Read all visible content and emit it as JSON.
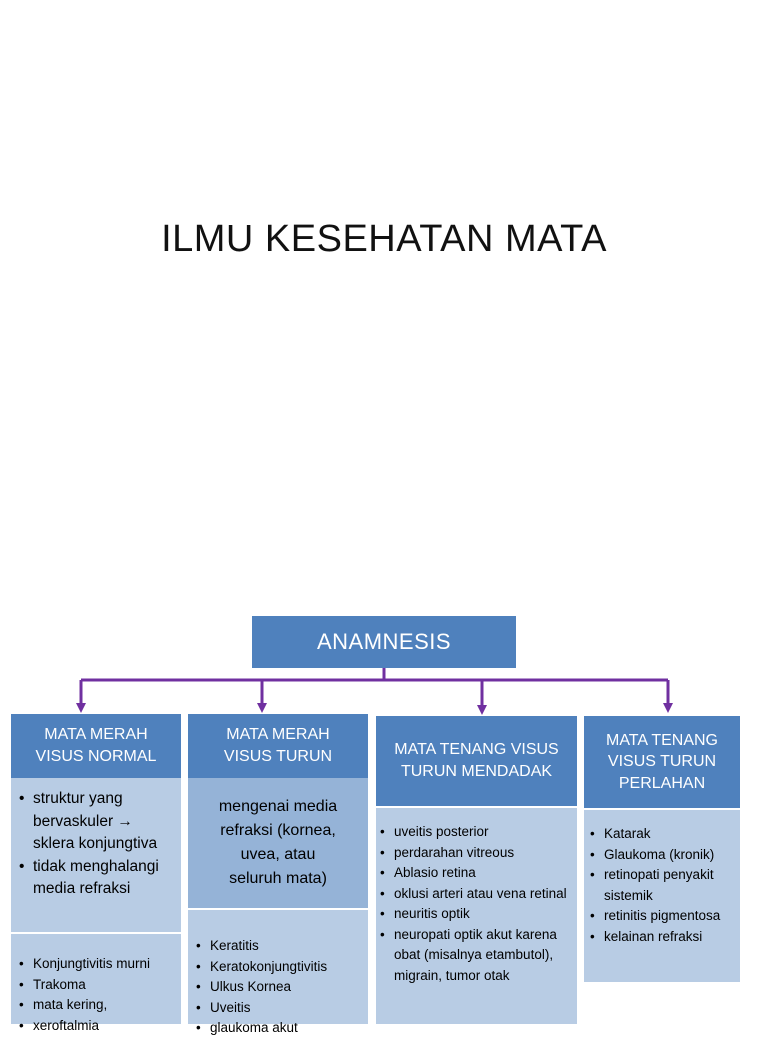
{
  "slide": {
    "title": "ILMU KESEHATAN MATA"
  },
  "diagram": {
    "root": "ANAMNESIS",
    "colors": {
      "box": "#4f81bd",
      "panel": "#b8cce4",
      "connector": "#7030a0"
    },
    "columns": [
      {
        "heading_lines": [
          "MATA MERAH",
          "VISUS NORMAL"
        ],
        "description_items": [
          "struktur yang bervaskuler → sklera konjungtiva",
          "tidak menghalangi media refraksi"
        ],
        "examples": [
          "Konjungtivitis murni",
          "Trakoma",
          "mata kering,",
          "xeroftalmia"
        ]
      },
      {
        "heading_lines": [
          "MATA MERAH",
          "VISUS TURUN"
        ],
        "description_lines": [
          "mengenai media",
          "refraksi (kornea,",
          "uvea, atau",
          "seluruh mata)"
        ],
        "examples": [
          "Keratitis",
          "Keratokonjungtivitis",
          "Ulkus Kornea",
          "Uveitis",
          "glaukoma akut"
        ]
      },
      {
        "heading_lines": [
          "MATA TENANG VISUS",
          "TURUN MENDADAK"
        ],
        "examples": [
          "uveitis posterior",
          "perdarahan vitreous",
          "Ablasio retina",
          "oklusi arteri atau vena retinal",
          "neuritis optik",
          "neuropati optik akut karena obat (misalnya etambutol), migrain, tumor otak"
        ]
      },
      {
        "heading_lines": [
          "MATA TENANG",
          "VISUS TURUN",
          "PERLAHAN"
        ],
        "examples": [
          "Katarak",
          "Glaukoma (kronik)",
          "retinopati penyakit sistemik",
          "retinitis pigmentosa",
          "kelainan refraksi"
        ]
      }
    ]
  }
}
